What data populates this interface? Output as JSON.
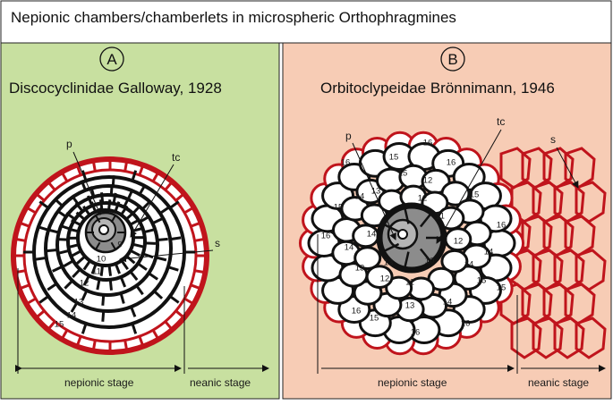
{
  "title": "Nepionic chambers/chamberlets in microspheric Orthophragmines",
  "colors": {
    "panel_a_bg": "#c8e0a0",
    "panel_b_bg": "#f7ccb5",
    "red_wall": "#c0141c",
    "black_wall": "#111111",
    "embryo_grey": "#8c8c8c"
  },
  "panel_a": {
    "letter": "A",
    "family": "Discocyclinidae Galloway, 1928",
    "labels": {
      "p": "p",
      "tc": "tc",
      "s": "s"
    },
    "chamber_numbers": [
      "9",
      "10",
      "11",
      "12",
      "13",
      "14",
      "15"
    ],
    "stages": {
      "nepionic": "nepionic stage",
      "neanic": "neanic stage"
    }
  },
  "panel_b": {
    "letter": "B",
    "family": "Orbitoclypeidae Brönnimann, 1946",
    "labels": {
      "p": "p",
      "tc": "tc",
      "s": "s"
    },
    "chamber_numbers": [
      "10",
      "11",
      "12",
      "13",
      "14",
      "15",
      "16"
    ],
    "stages": {
      "nepionic": "nepionic stage",
      "neanic": "neanic stage"
    }
  }
}
